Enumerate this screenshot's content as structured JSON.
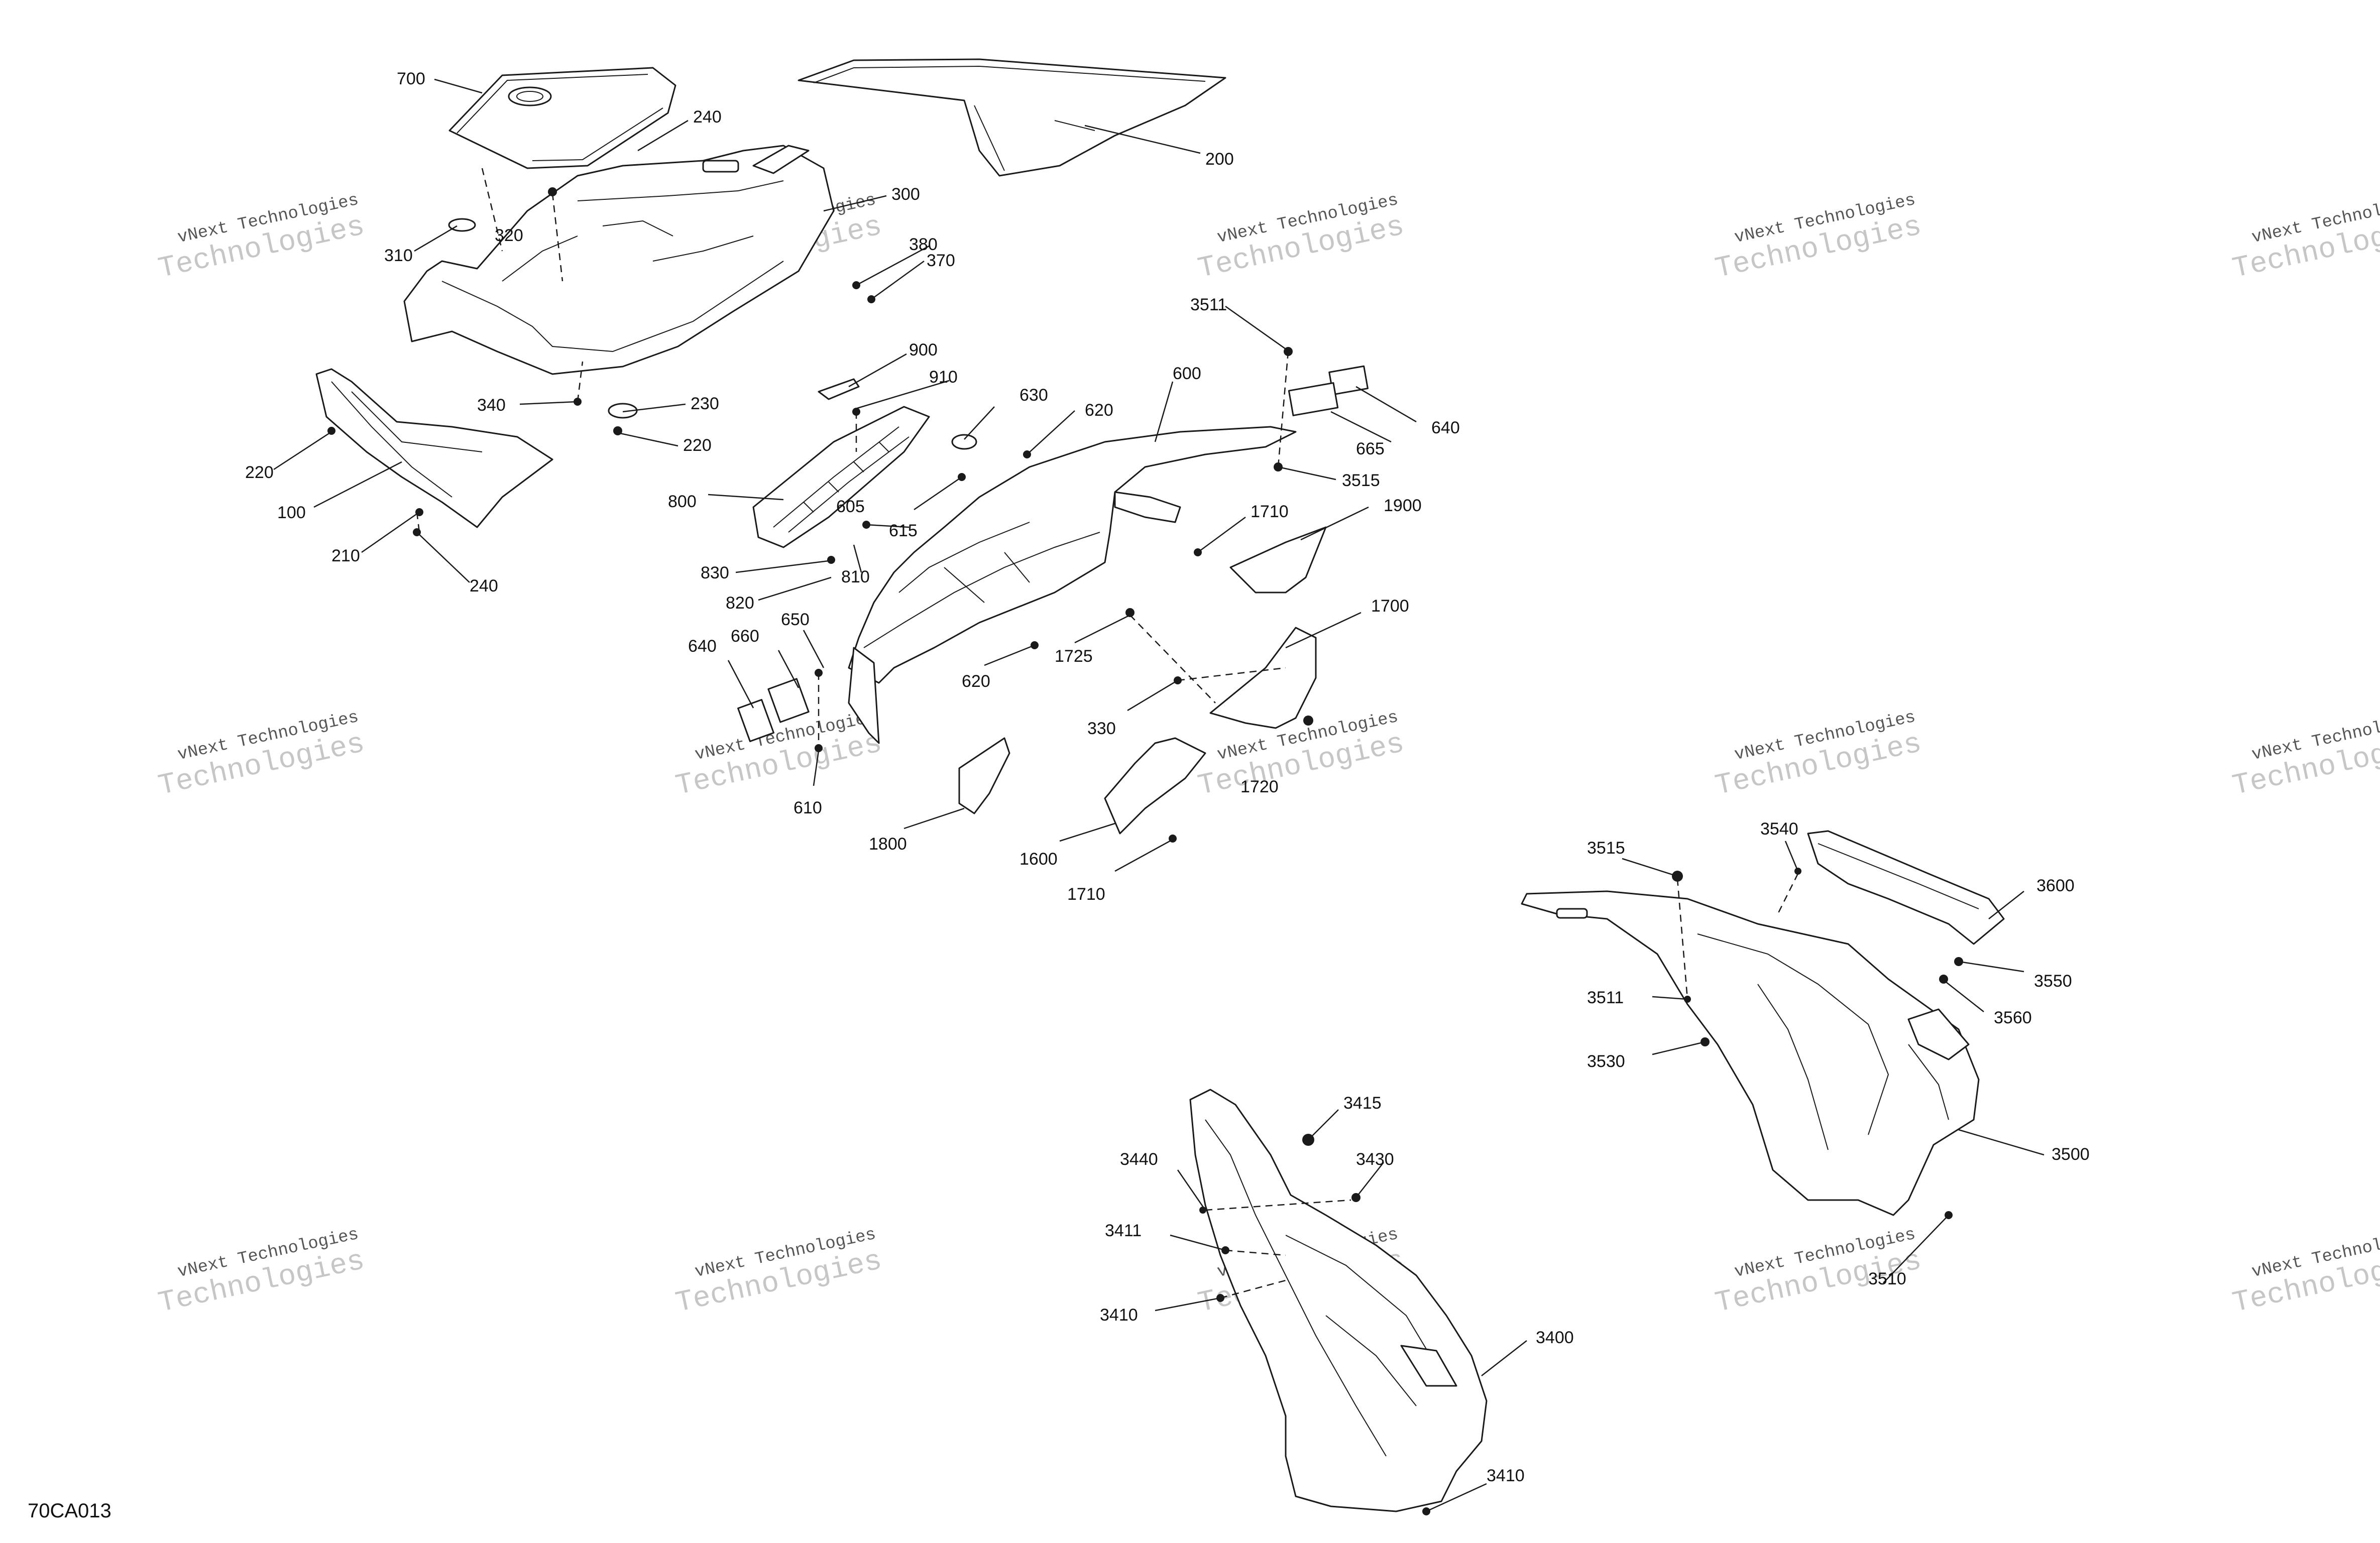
{
  "diagram_code": "70CA013",
  "watermark": {
    "small": "vNext Technologies",
    "large": "Technologies",
    "overlay": "vNext"
  },
  "callouts": {
    "c700": "700",
    "c240a": "240",
    "c200": "200",
    "c300": "300",
    "c310": "310",
    "c320": "320",
    "c380": "380",
    "c370": "370",
    "c340": "340",
    "c230": "230",
    "c220a": "220",
    "c220b": "220",
    "c100": "100",
    "c210": "210",
    "c240b": "240",
    "c900": "900",
    "c910": "910",
    "c630": "630",
    "c620a": "620",
    "c600": "600",
    "c3511a": "3511",
    "c640a": "640",
    "c665": "665",
    "c3515a": "3515",
    "c800": "800",
    "c605": "605",
    "c615": "615",
    "c1710a": "1710",
    "c1900": "1900",
    "c830": "830",
    "c810": "810",
    "c820": "820",
    "c650": "650",
    "c660": "660",
    "c640b": "640",
    "c1725": "1725",
    "c1700": "1700",
    "c620b": "620",
    "c330": "330",
    "c610": "610",
    "c1720": "1720",
    "c1800": "1800",
    "c1600": "1600",
    "c1710b": "1710",
    "c3515b": "3515",
    "c3540": "3540",
    "c3600": "3600",
    "c3550": "3550",
    "c3511b": "3511",
    "c3560": "3560",
    "c3530": "3530",
    "c3500": "3500",
    "c3415": "3415",
    "c3440": "3440",
    "c3430": "3430",
    "c3411": "3411",
    "c3410a": "3410",
    "c3510": "3510",
    "c3400": "3400",
    "c3410b": "3410"
  }
}
